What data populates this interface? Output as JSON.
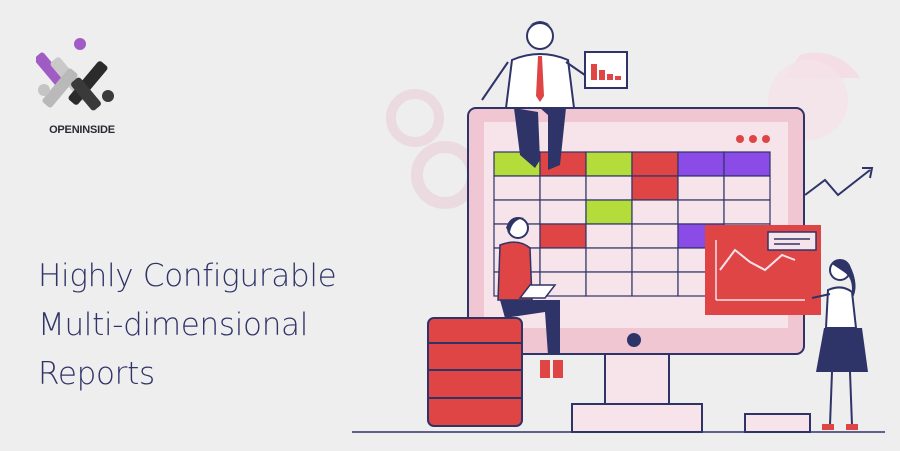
{
  "brand": {
    "name": "OPENINSIDE"
  },
  "headline": [
    "Highly Configurable",
    "Multi-dimensional",
    "Reports"
  ],
  "colors": {
    "headline": "#2f3468",
    "accent_red": "#e04545",
    "accent_green": "#b4dd3c",
    "accent_purple": "#8a4be6",
    "monitor_pink": "#f0c6d2",
    "grid_bg": "#f7e3ea",
    "logo_purple": "#a15bc4"
  },
  "grid_fills": [
    [
      "green",
      "red",
      "green",
      "red",
      "purple",
      "purple"
    ],
    [
      "",
      "",
      "",
      "red",
      "",
      ""
    ],
    [
      "",
      "",
      "green",
      "",
      "",
      ""
    ],
    [
      "",
      "red",
      "",
      "",
      "purple",
      ""
    ],
    [
      "",
      "",
      "",
      "",
      "",
      ""
    ],
    [
      "",
      "",
      "",
      "",
      "",
      ""
    ]
  ]
}
